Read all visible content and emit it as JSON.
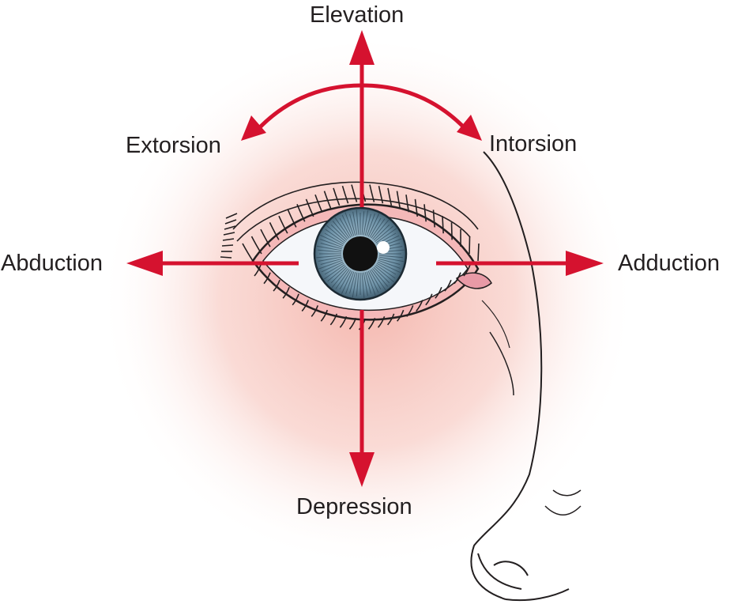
{
  "labels": {
    "elevation": "Elevation",
    "extorsion": "Extorsion",
    "intorsion": "Intorsion",
    "abduction": "Abduction",
    "adduction": "Adduction",
    "depression": "Depression"
  },
  "colors": {
    "arrow": "#d5122f",
    "glow": "#f6c5bd",
    "lid_rim": "#f4b8b8",
    "iris": "#6f93a8",
    "pupil": "#111111",
    "ink": "#231f20"
  },
  "icons": {
    "eye": "eye-illustration",
    "nose": "nose-outline"
  }
}
